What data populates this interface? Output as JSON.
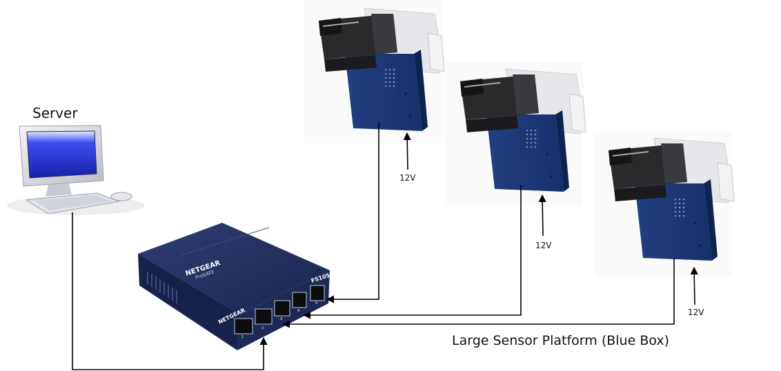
{
  "labels": {
    "server": "Server",
    "platform": "Large Sensor Platform (Blue Box)"
  },
  "switch": {
    "brand": "NETGEAR",
    "product_line": "ProSAFE",
    "model": "FS105",
    "port_numbers": [
      "1",
      "2",
      "3",
      "4",
      "5"
    ]
  },
  "sensors": [
    {
      "power": "12V"
    },
    {
      "power": "12V"
    },
    {
      "power": "12V"
    }
  ],
  "colors": {
    "blue_box": "#1d3a78",
    "blue_box_dark": "#122a5a",
    "switch_body": "#1e2d5a",
    "line": "#000000",
    "screen": "#2a3ad8"
  }
}
